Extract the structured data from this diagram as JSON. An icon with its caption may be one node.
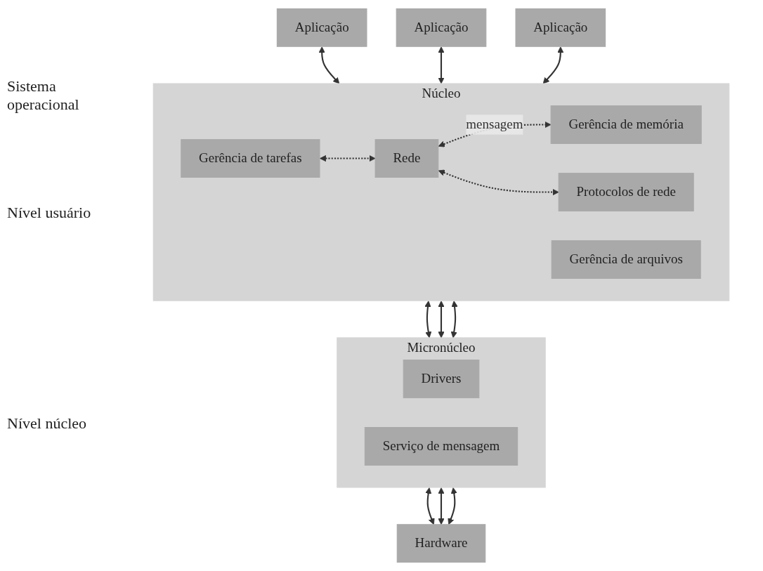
{
  "diagram": {
    "nodes": [
      {
        "text": [
          "Aplicação"
        ]
      },
      {
        "text": [
          "Aplicação"
        ]
      },
      {
        "text": [
          "Aplicação"
        ]
      },
      {
        "text": [
          "Núcleo"
        ]
      },
      {
        "text": [
          "Gerência de tarefas"
        ],
        "in": 3
      },
      {
        "text": [
          "Rede"
        ],
        "in": 3
      },
      {
        "text": [
          "Gerência de memória"
        ],
        "in": 3
      },
      {
        "text": [
          "Gerência de arquivos"
        ],
        "in": 3
      },
      {
        "text": [
          "Protocolos de rede"
        ],
        "in": 3
      },
      {
        "text": [
          "Micronúcleo"
        ]
      },
      {
        "text": [
          "Drivers"
        ],
        "in": 9
      },
      {
        "text": [
          "Serviço de mensagem"
        ],
        "in": 9
      },
      {
        "text": [
          "Hardware"
        ]
      }
    ],
    "edges": [
      {
        "from": 0,
        "to": 3,
        "arrow": "both"
      },
      {
        "from": 1,
        "to": 3,
        "arrow": "both"
      },
      {
        "from": 2,
        "to": 3,
        "arrow": "both"
      },
      {
        "from": 4,
        "to": 5,
        "arrow": "both",
        "style": "dashed"
      },
      {
        "from": 5,
        "to": 6,
        "arrow": "both",
        "style": "dashed",
        "label": "mensagem"
      },
      {
        "from": 5,
        "to": 8,
        "arrow": "both",
        "style": "dashed"
      },
      {
        "from": 3,
        "to": 9,
        "arrow": "both"
      },
      {
        "from": 3,
        "to": 9,
        "arrow": "both"
      },
      {
        "from": 3,
        "to": 9,
        "arrow": "both"
      },
      {
        "from": 9,
        "to": 12,
        "arrow": "both"
      },
      {
        "from": 9,
        "to": 12,
        "arrow": "both"
      },
      {
        "from": 9,
        "to": 12,
        "arrow": "both"
      }
    ],
    "labels": [
      "Sistema operacional",
      "Nível usuário",
      "Nível núcleo"
    ]
  }
}
